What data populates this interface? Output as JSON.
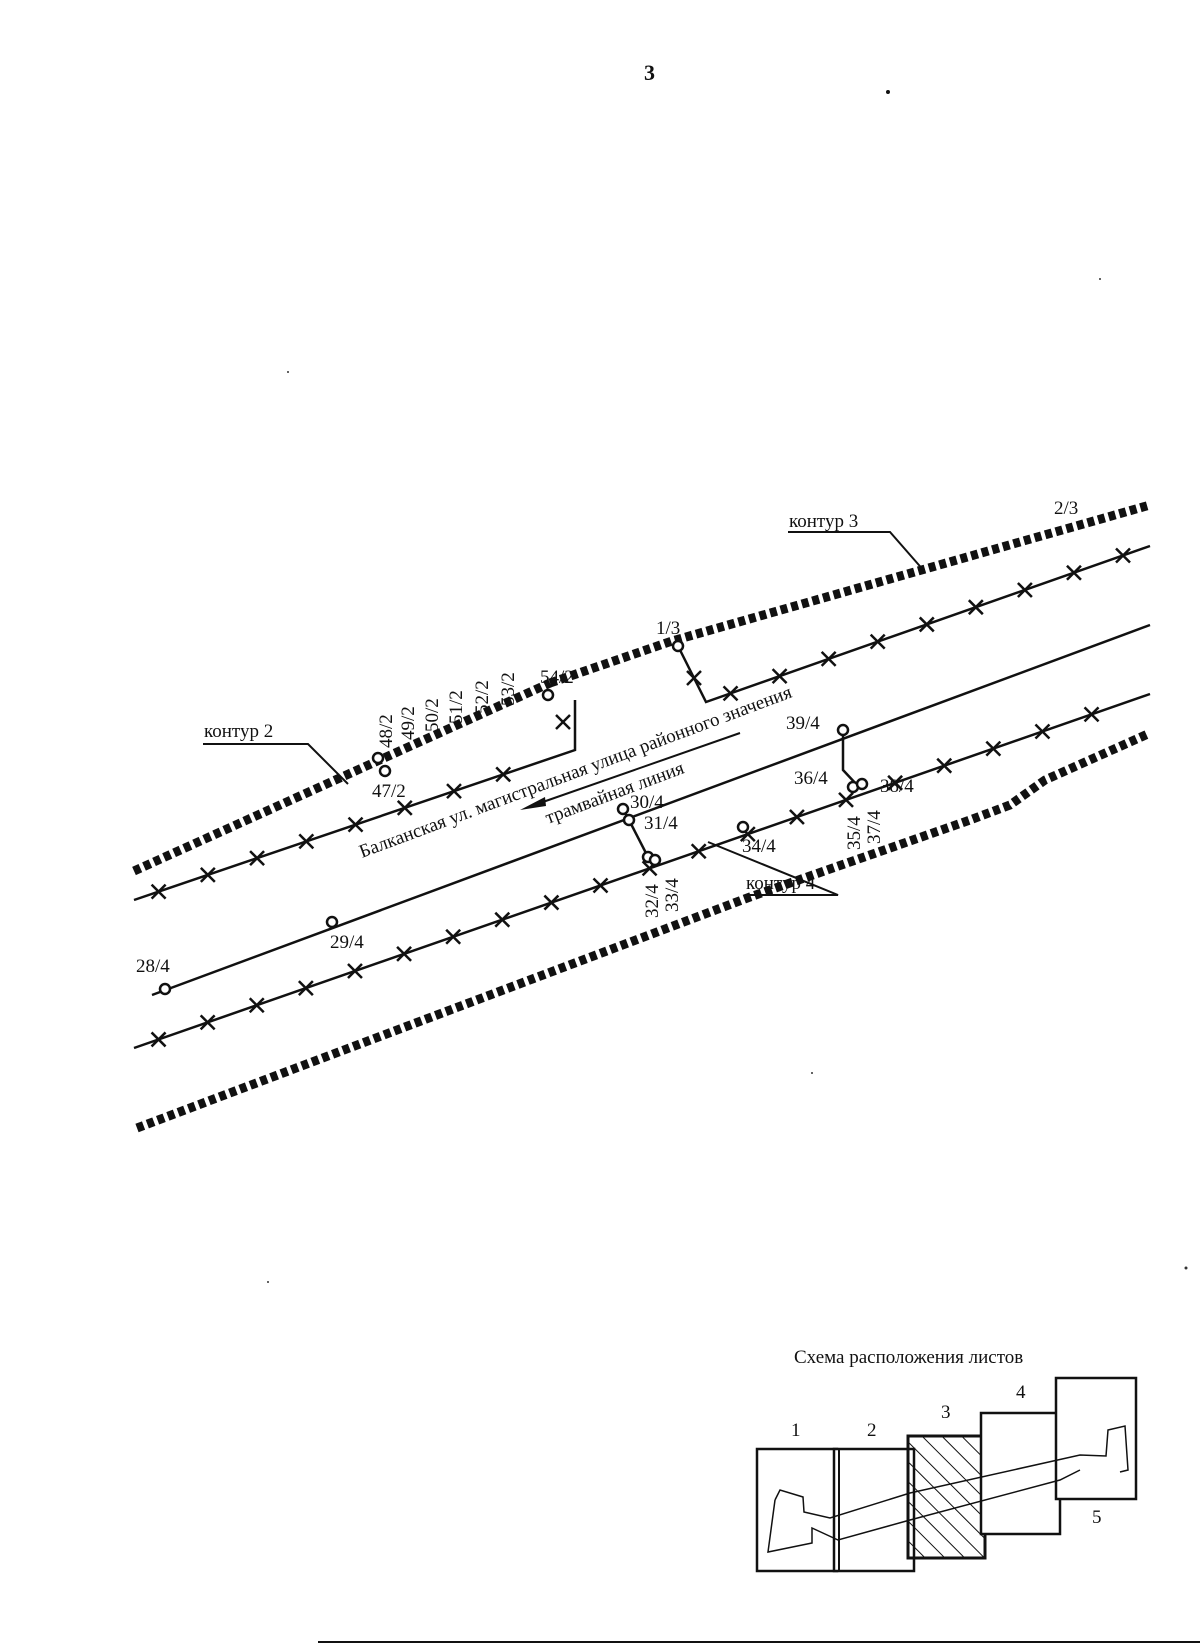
{
  "sheet_number": "3",
  "contours": {
    "c2": "контур 2",
    "c3": "контур 3",
    "c4": "контур 4"
  },
  "street": {
    "name": "Балканская ул. магистральная улица районного значения",
    "tram": "трамвайная линия"
  },
  "points": {
    "p2_3": "2/3",
    "p1_3": "1/3",
    "p47_2": "47/2",
    "p48_2": "48/2",
    "p49_2": "49/2",
    "p50_2": "50/2",
    "p51_2": "51/2",
    "p52_2": "52/2",
    "p53_2": "53/2",
    "p54_2": "54/2",
    "p28_4": "28/4",
    "p29_4": "29/4",
    "p30_4": "30/4",
    "p31_4": "31/4",
    "p32_4": "32/4",
    "p33_4": "33/4",
    "p34_4": "34/4",
    "p35_4": "35/4",
    "p36_4": "36/4",
    "p37_4": "37/4",
    "p38_4": "38/4",
    "p39_4": "39/4"
  },
  "scheme": {
    "title": "Схема расположения листов",
    "sheets": [
      "1",
      "2",
      "3",
      "4",
      "5"
    ],
    "current_sheet": "3"
  }
}
